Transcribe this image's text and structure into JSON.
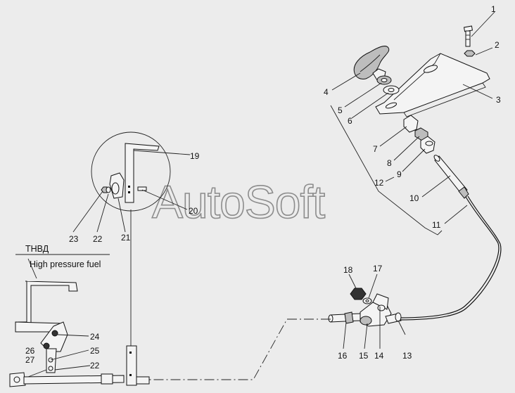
{
  "watermark": "AutoSoft",
  "callouts": [
    "1",
    "2",
    "3",
    "4",
    "5",
    "6",
    "7",
    "8",
    "9",
    "10",
    "11",
    "12",
    "13",
    "14",
    "15",
    "16",
    "17",
    "18",
    "19",
    "20",
    "21",
    "22",
    "23",
    "24",
    "25",
    "26",
    "27",
    "22"
  ],
  "fuel_pump": {
    "label_ru": "ТНВД",
    "label_en": "High pressure fuel"
  },
  "colors": {
    "background": "#ececec",
    "line": "#111111",
    "watermark_stroke": "#8c8c8c"
  }
}
